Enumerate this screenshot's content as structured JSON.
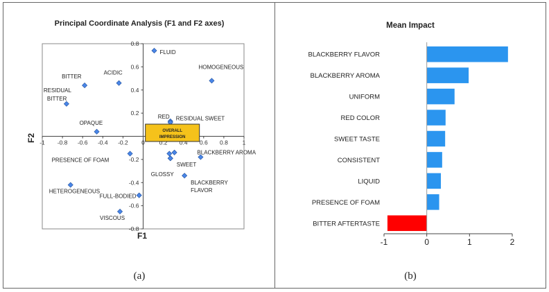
{
  "chart_data": [
    {
      "type": "scatter",
      "title": "Principal Coordinate Analysis (F1 and F2 axes)",
      "xlabel": "F1",
      "ylabel": "F2",
      "xlim": [
        -1,
        1
      ],
      "ylim": [
        -0.8,
        0.8
      ],
      "xticks": [
        "-1",
        "-0.8",
        "-0.6",
        "-0.4",
        "-0.2",
        "0",
        "0.2",
        "0.4",
        "0.6",
        "0.8",
        "1"
      ],
      "yticks": [
        "-0.8",
        "-0.6",
        "-0.4",
        "-0.2",
        "0",
        "0.2",
        "0.4",
        "0.6",
        "0.8"
      ],
      "grid": false,
      "panel_label": "(a)",
      "marker_color": "#4a86e8",
      "points": [
        {
          "label": "FLUID",
          "x": 0.11,
          "y": 0.74
        },
        {
          "label": "HOMOGENEOUS",
          "x": 0.68,
          "y": 0.48
        },
        {
          "label": "ACIDIC",
          "x": -0.24,
          "y": 0.46
        },
        {
          "label": "BITTER",
          "x": -0.58,
          "y": 0.44
        },
        {
          "label": "RESIDUAL BITTER",
          "x": -0.76,
          "y": 0.28
        },
        {
          "label": "RED",
          "x": 0.27,
          "y": 0.13
        },
        {
          "label": "RESIDUAL SWEET",
          "x": 0.27,
          "y": 0.12
        },
        {
          "label": "OPAQUE",
          "x": -0.46,
          "y": 0.04
        },
        {
          "label": "PRESENCE OF FOAM",
          "x": -0.13,
          "y": -0.15
        },
        {
          "label": "",
          "x": 0.26,
          "y": -0.15
        },
        {
          "label": "",
          "x": 0.31,
          "y": -0.14
        },
        {
          "label": "SWEET",
          "x": 0.27,
          "y": -0.19
        },
        {
          "label": "GLOSSY",
          "x": 0.27,
          "y": -0.19
        },
        {
          "label": "BLACKBERRY AROMA",
          "x": 0.57,
          "y": -0.18
        },
        {
          "label": "BLACKBERRY FLAVOR",
          "x": 0.41,
          "y": -0.34
        },
        {
          "label": "HETEROGENEOUS",
          "x": -0.72,
          "y": -0.42
        },
        {
          "label": "FULL-BODIED",
          "x": -0.04,
          "y": -0.51
        },
        {
          "label": "VISCOUS",
          "x": -0.23,
          "y": -0.65
        }
      ],
      "annotation": {
        "text": "OVERALL IMPRESSION",
        "x": 0.29,
        "y": 0.03,
        "color": "#f5c21b"
      }
    },
    {
      "type": "bar",
      "orientation": "horizontal",
      "title": "Mean Impact",
      "xlim": [
        -1,
        2
      ],
      "xticks": [
        "-1",
        "0",
        "1",
        "2"
      ],
      "grid": false,
      "panel_label": "(b)",
      "categories": [
        "BLACKBERRY FLAVOR",
        "BLACKBERRY AROMA",
        "UNIFORM",
        "RED COLOR",
        "SWEET TASTE",
        "CONSISTENT",
        "LIQUID",
        "PRESENCE OF FOAM",
        "BITTER AFTERTASTE"
      ],
      "values": [
        1.9,
        0.98,
        0.65,
        0.44,
        0.43,
        0.36,
        0.33,
        0.29,
        -0.92
      ],
      "colors": {
        "positive": "#2b95ef",
        "negative": "#ff0000"
      }
    }
  ]
}
